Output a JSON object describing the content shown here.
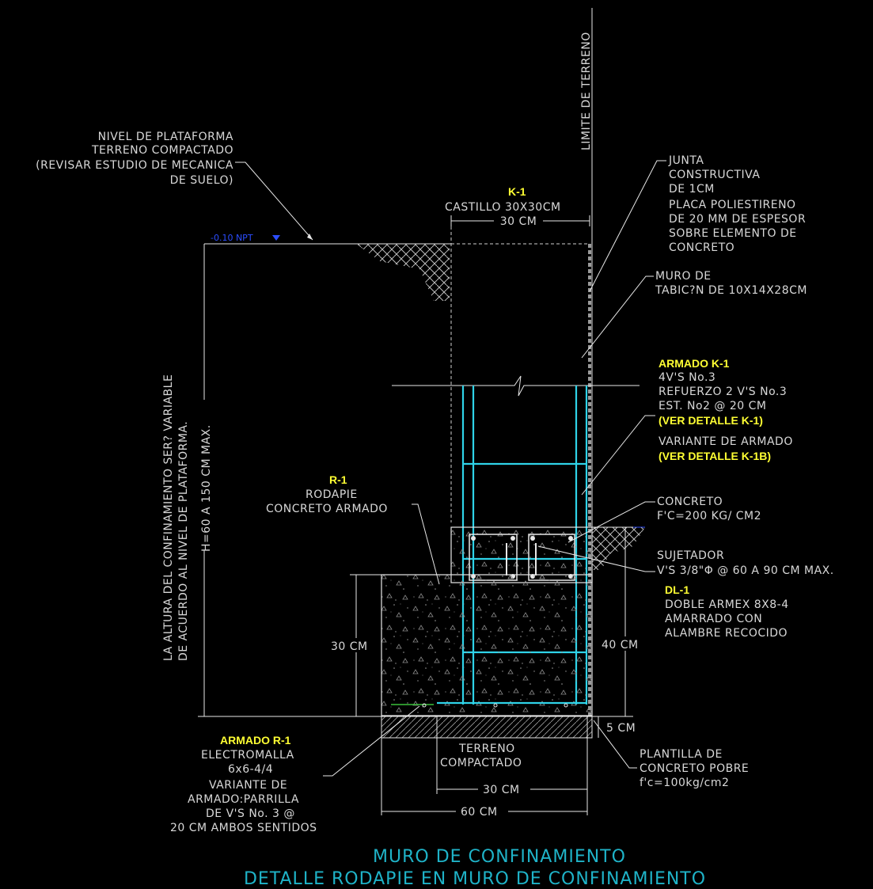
{
  "labels": {
    "limite": "LIMITE DE TERRENO",
    "nivel": [
      "NIVEL DE PLATAFORMA",
      "TERRENO COMPACTADO",
      "(REVISAR ESTUDIO DE MECANICA",
      "DE SUELO)"
    ],
    "npt": "-0.10 NPT",
    "k1_tag": "K-1",
    "k1_desc": "CASTILLO 30X30CM",
    "junta": [
      "JUNTA",
      "CONSTRUCTIVA",
      "DE 1CM",
      "PLACA POLIESTIRENO",
      "DE 20 MM DE ESPESOR",
      "SOBRE ELEMENTO DE",
      "CONCRETO"
    ],
    "muro": [
      "MURO DE",
      "TABIC?N DE 10X14X28CM"
    ],
    "armado_k1_tag": "ARMADO K-1",
    "armado_k1": [
      "4V'S No.3",
      "REFUERZO 2 V'S No.3",
      "EST. No2 @ 20 CM"
    ],
    "ver_k1": "(VER DETALLE K-1)",
    "variante": "VARIANTE DE ARMADO",
    "ver_k1b": "(VER DETALLE K-1B)",
    "vertical_note": [
      "LA ALTURA DEL CONFINAMIENTO SER? VARIABLE",
      "DE ACUERDO AL NIVEL DE PLATAFORMA."
    ],
    "h_dim": "H=60 A 150 CM MAX.",
    "r1_tag": "R-1",
    "r1_desc": [
      "RODAPIE",
      "CONCRETO ARMADO"
    ],
    "concreto": [
      "CONCRETO",
      "F'C=200 KG/ CM2"
    ],
    "sujetador": [
      "SUJETADOR",
      "V'S 3/8\"Φ @ 60 A 90 CM MAX."
    ],
    "dl1_tag": "DL-1",
    "dl1": [
      "DOBLE ARMEX 8X8-4",
      "AMARRADO CON",
      "ALAMBRE RECOCIDO"
    ],
    "armado_r1_tag": "ARMADO R-1",
    "armado_r1": [
      "ELECTROMALLA",
      "6x6-4/4",
      "VARIANTE DE",
      "ARMADO:PARRILLA",
      "DE V'S No. 3 @",
      "20 CM AMBOS SENTIDOS"
    ],
    "terreno": [
      "TERRENO",
      "COMPACTADO"
    ],
    "plantilla": [
      "PLANTILLA DE",
      "CONCRETO POBRE",
      "f'c=100kg/cm2"
    ]
  },
  "dimensions": {
    "d30_top": "30 CM",
    "d30_left": "30 CM",
    "d40_right": "40 CM",
    "d5": "5 CM",
    "d30_bottom": "30 CM",
    "d60_bottom": "60 CM"
  },
  "title": {
    "line1": "MURO DE CONFINAMIENTO",
    "line2": "DETALLE RODAPIE EN MURO DE CONFINAMIENTO"
  },
  "colors": {
    "background": "#000000",
    "line": "#e8e8e8",
    "rebar": "#2fd3e8",
    "highlight": "#ffff33",
    "title": "#1fb3c8",
    "level": "#2b4dff"
  }
}
